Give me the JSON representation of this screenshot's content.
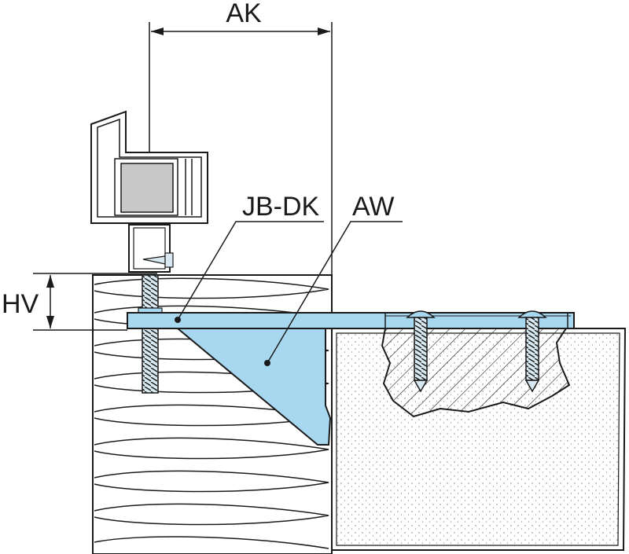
{
  "labels": {
    "ak": "AK",
    "hv": "HV",
    "jb_dk": "JB-DK",
    "aw": "AW"
  },
  "colors": {
    "part_blue": "#a8d8f0",
    "glazing_grey": "#c8c8c8",
    "line": "#1a1a1a",
    "concrete_dot": "#777777"
  }
}
